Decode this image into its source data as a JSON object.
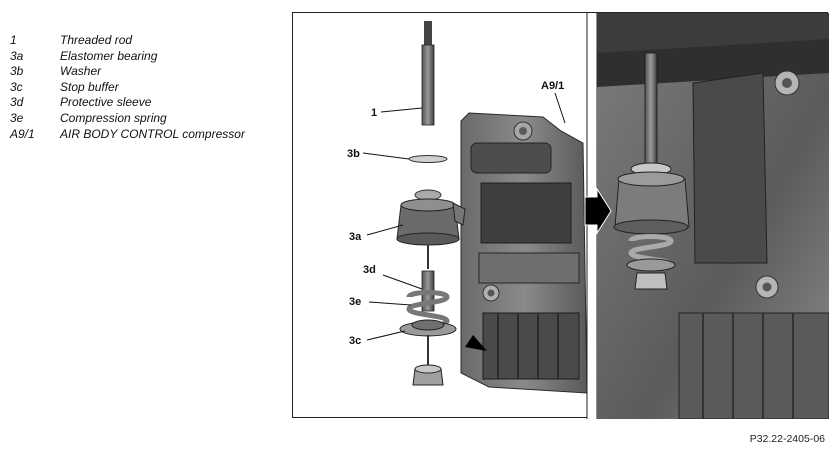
{
  "legend": [
    {
      "key": "1",
      "desc": "Threaded rod"
    },
    {
      "key": "3a",
      "desc": "Elastomer bearing"
    },
    {
      "key": "3b",
      "desc": "Washer"
    },
    {
      "key": "3c",
      "desc": "Stop buffer"
    },
    {
      "key": "3d",
      "desc": "Protective sleeve"
    },
    {
      "key": "3e",
      "desc": "Compression spring"
    },
    {
      "key": "A9/1",
      "desc": "AIR BODY CONTROL compressor"
    }
  ],
  "callouts": {
    "rod": "1",
    "compressor": "A9/1",
    "washer": "3b",
    "bearing": "3a",
    "sleeve": "3d",
    "spring": "3e",
    "buffer": "3c"
  },
  "caption": "P32.22-2405-06"
}
